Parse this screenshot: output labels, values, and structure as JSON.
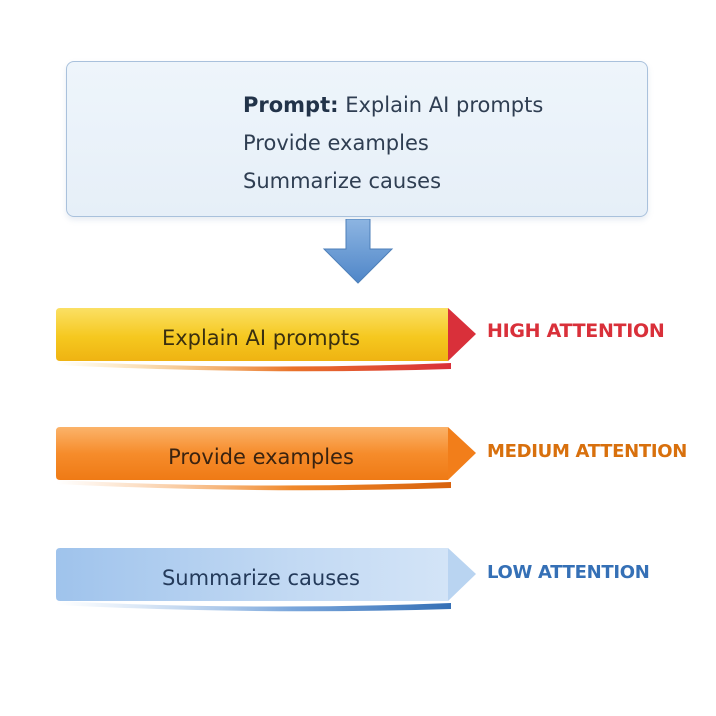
{
  "prompt": {
    "key": "Prompt:",
    "first": "Explain AI prompts",
    "second": "Provide examples",
    "third": "Summarize causes"
  },
  "bands": [
    {
      "label": "Explain AI prompts",
      "attention": "HIGH ATTENTION",
      "attention_color": "#d9303a",
      "fill_start": "#f6d12a",
      "fill_end": "#f4bb17",
      "tip_color": "#d9303a"
    },
    {
      "label": "Provide examples",
      "attention": "MEDIUM ATTENTION",
      "attention_color": "#d8700d",
      "fill_start": "#f99a3a",
      "fill_end": "#f27f17",
      "tip_color": "#ef7d1a"
    },
    {
      "label": "Summarize causes",
      "attention": "LOW ATTENTION",
      "attention_color": "#3570b6",
      "fill_start": "#a9cbef",
      "fill_end": "#c6dcf4",
      "tip_color": "#b3d0ef"
    }
  ],
  "arrow_color": "#6a9bd4"
}
